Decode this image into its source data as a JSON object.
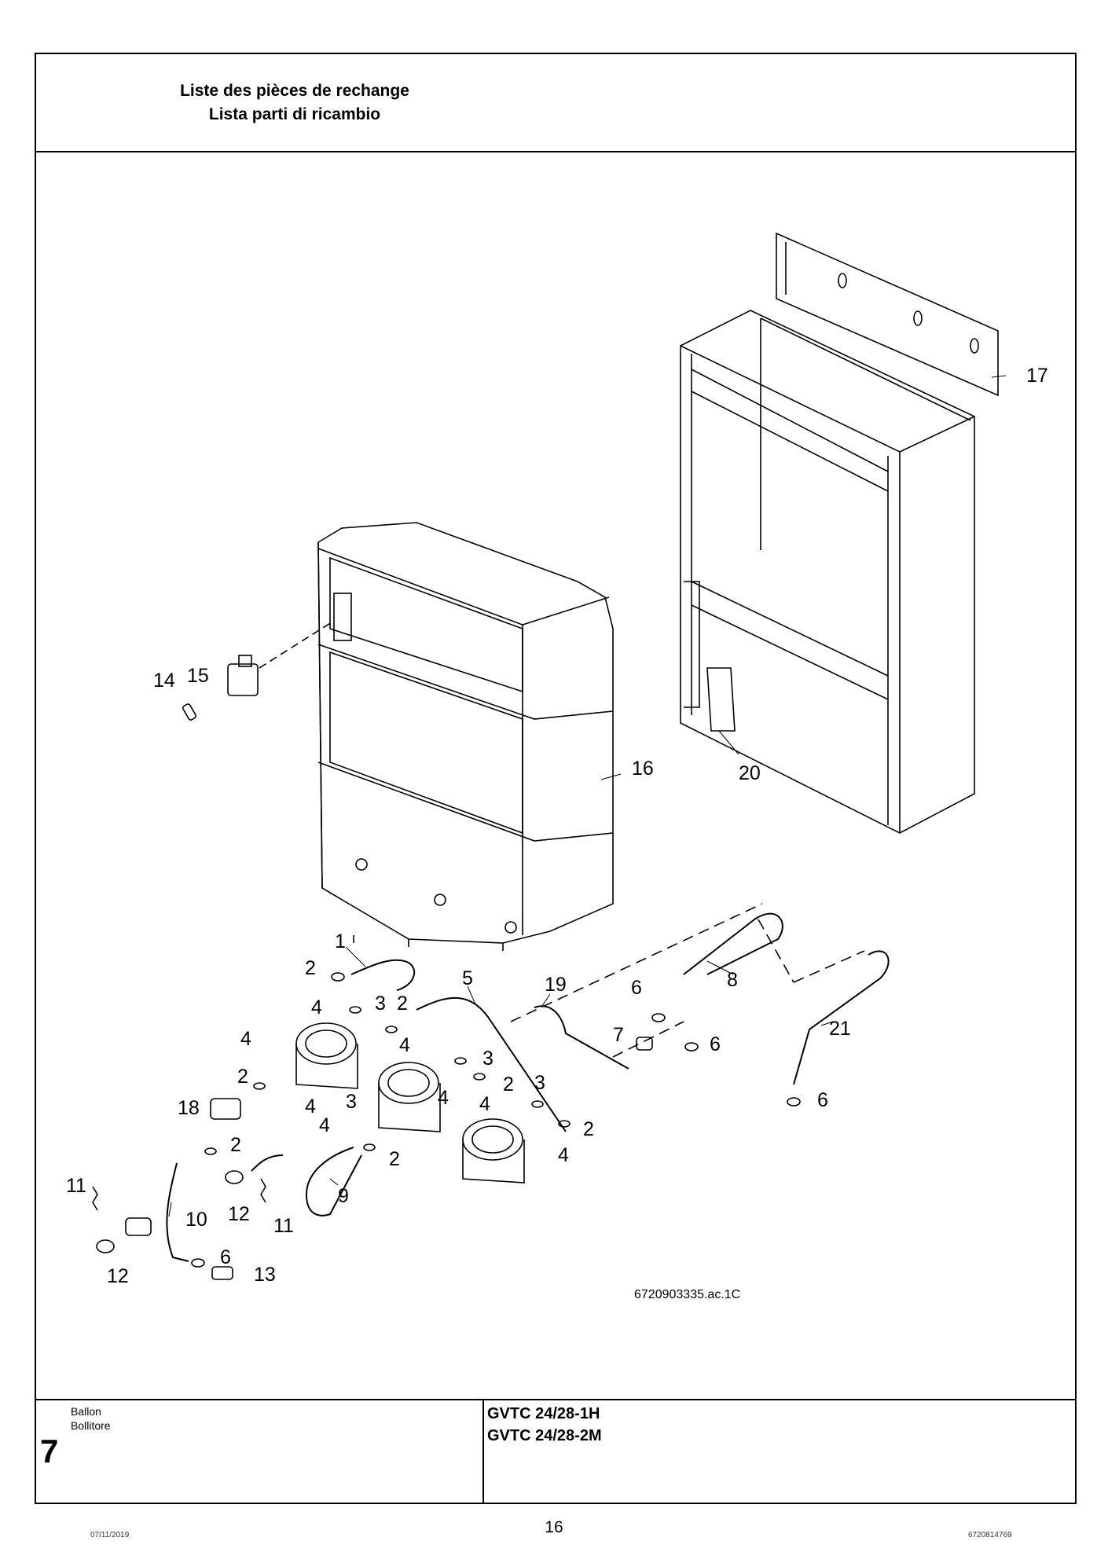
{
  "header": {
    "title_fr": "Liste des pièces de rechange",
    "title_it": "Lista parti di ricambio"
  },
  "drawing": {
    "code": "6720903335.ac.1C",
    "callouts": [
      "1",
      "2",
      "2",
      "2",
      "2",
      "2",
      "2",
      "2",
      "3",
      "3",
      "3",
      "3",
      "4",
      "4",
      "4",
      "4",
      "4",
      "4",
      "4",
      "4",
      "5",
      "6",
      "6",
      "6",
      "6",
      "7",
      "8",
      "9",
      "10",
      "11",
      "11",
      "12",
      "12",
      "13",
      "14",
      "15",
      "16",
      "17",
      "18",
      "19",
      "20",
      "21"
    ]
  },
  "footer": {
    "section_number": "7",
    "section_name_fr": "Ballon",
    "section_name_it": "Bollitore",
    "model_1": "GVTC 24/28-1H",
    "model_2": "GVTC 24/28-2M",
    "page_number": "16",
    "date": "07/11/2019",
    "document_number": "6720814769"
  }
}
